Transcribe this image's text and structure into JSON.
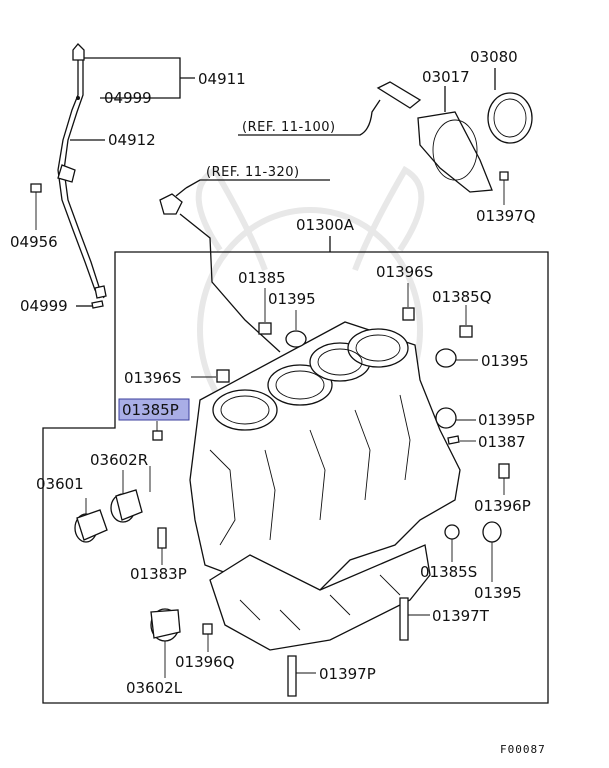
{
  "labels": {
    "p04911": "04911",
    "p04999a": "04999",
    "p04912": "04912",
    "p04956": "04956",
    "p04999b": "04999",
    "p03080": "03080",
    "p03017": "03017",
    "ref1": "(REF. 11-100)",
    "p01397q": "01397Q",
    "ref2": "(REF. 11-320)",
    "p01300a": "01300A",
    "p01385": "01385",
    "p01396s_top": "01396S",
    "p01395_top": "01395",
    "p01385q": "01385Q",
    "p01395_right": "01395",
    "p01396s_left": "01396S",
    "p01385p": "01385P",
    "p01395p": "01395P",
    "p01387": "01387",
    "p03602r": "03602R",
    "p03601": "03601",
    "p01396p": "01396P",
    "p01383p": "01383P",
    "p01385s": "01385S",
    "p01395_low": "01395",
    "p01397t": "01397T",
    "p01396q": "01396Q",
    "p03602l": "03602L",
    "p01397p": "01397P",
    "figure_id": "F00087"
  },
  "colors": {
    "highlight_fill": "#a9aee6",
    "highlight_border": "#3b3f9c",
    "line": "#111111",
    "watermark": "#e8e8e8"
  }
}
